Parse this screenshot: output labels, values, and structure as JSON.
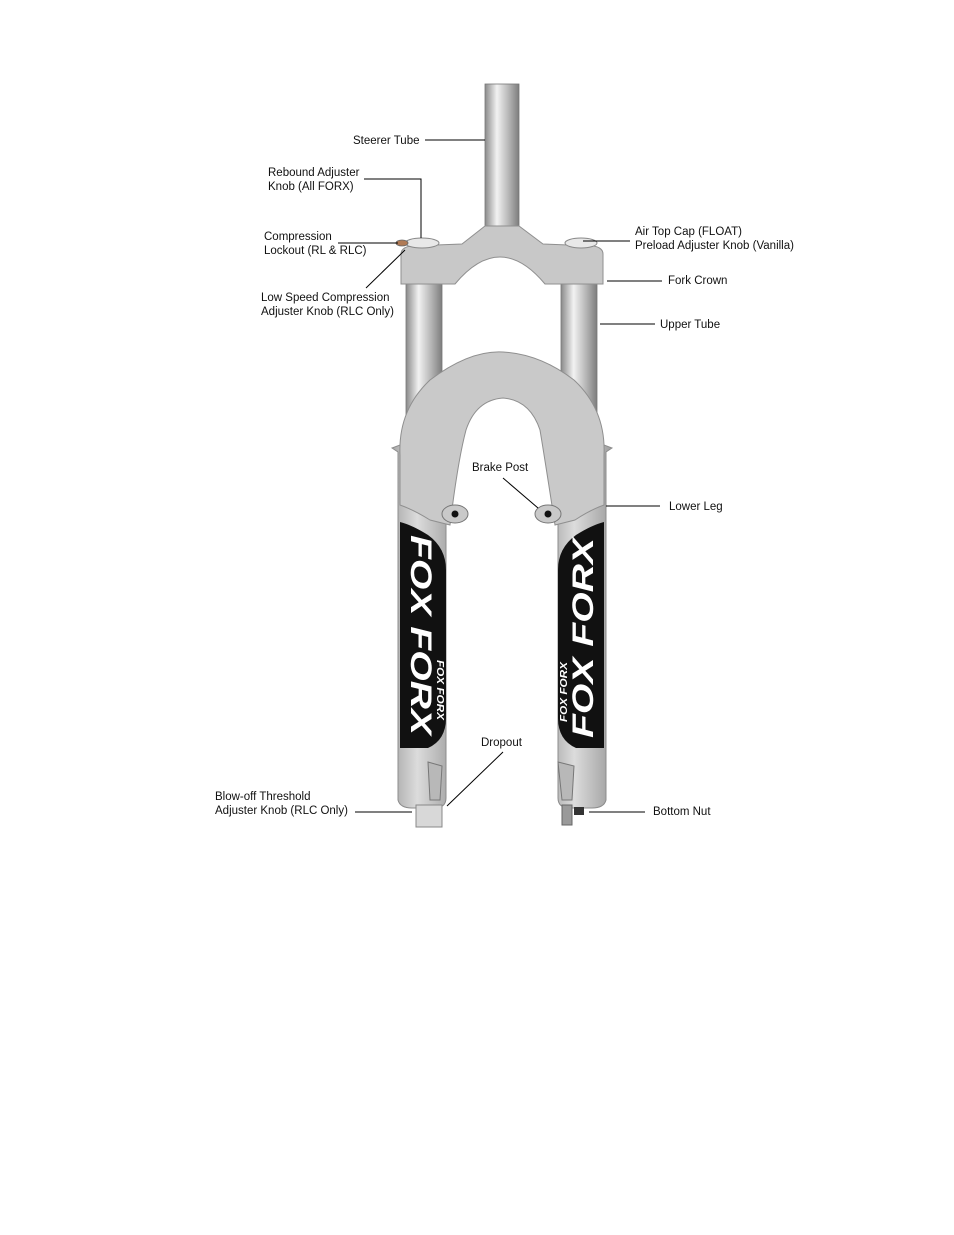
{
  "brand": {
    "logo_text": "FOX FORX",
    "logo_small": "FOX FORX"
  },
  "colors": {
    "alloy": "#c9c9c9",
    "stanchion": "#bdbdbd",
    "decal": "#111111",
    "leader": "#000000"
  },
  "labels": {
    "steerer_tube": "Steerer Tube",
    "rebound_knob": [
      "Rebound Adjuster",
      "Knob (All FORX)"
    ],
    "compression_lockout": [
      "Compression",
      "Lockout (RL & RLC)"
    ],
    "low_speed_compression": [
      "Low Speed Compression",
      "Adjuster Knob (RLC Only)"
    ],
    "air_top_cap": [
      "Air Top Cap (FLOAT)",
      "Preload Adjuster Knob (Vanilla)"
    ],
    "fork_crown": "Fork Crown",
    "upper_tube": "Upper Tube",
    "brake_post": "Brake Post",
    "lower_leg": "Lower Leg",
    "dropout": "Dropout",
    "blowoff": [
      "Blow-off Threshold",
      "Adjuster Knob (RLC Only)"
    ],
    "bottom_nut": "Bottom Nut"
  }
}
